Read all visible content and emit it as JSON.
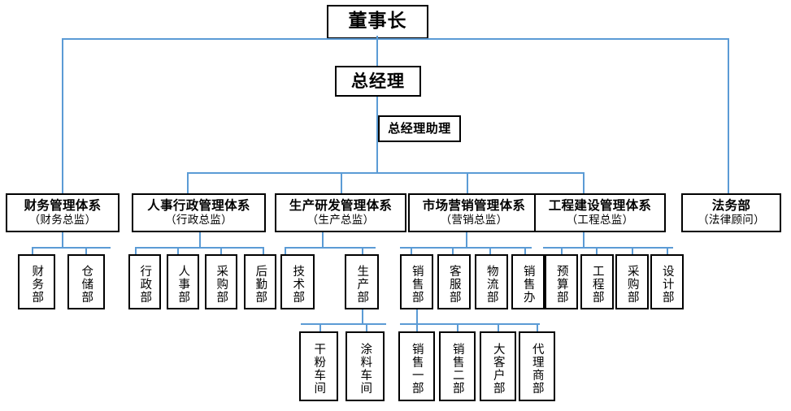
{
  "chart_data": {
    "type": "diagram",
    "title": "公司组织架构图",
    "orientation": "top-down",
    "accent_color": "#5b9bd5",
    "box_border_color": "#000000",
    "levels": 5
  },
  "top": {
    "chairman": "董事长",
    "general_manager": "总经理",
    "gm_assistant": "总经理助理"
  },
  "divisions": {
    "finance": {
      "name": "财务管理体系",
      "head": "（财务总监）"
    },
    "hr_admin": {
      "name": "人事行政管理体系",
      "head": "（行政总监）"
    },
    "production": {
      "name": "生产研发管理体系",
      "head": "（生产总监）"
    },
    "marketing": {
      "name": "市场营销管理体系",
      "head": "（营销总监）"
    },
    "engineering": {
      "name": "工程建设管理体系",
      "head": "（工程总监）"
    },
    "legal": {
      "name": "法务部",
      "head": "（法律顾问）"
    }
  },
  "finance_children": [
    "财务部",
    "仓储部"
  ],
  "hr_admin_children": [
    "行政部",
    "人事部",
    "采购部",
    "后勤部"
  ],
  "production_children": [
    "技术部",
    "生产部"
  ],
  "marketing_children": [
    "销售部",
    "客服部",
    "物流部",
    "销售办"
  ],
  "engineering_children": [
    "预算部",
    "工程部",
    "采购部",
    "设计部"
  ],
  "production_grandchildren": [
    "干粉车间",
    "涂料车间"
  ],
  "sales_grandchildren": [
    "销售一部",
    "销售二部",
    "大客户部",
    "代理商部"
  ]
}
